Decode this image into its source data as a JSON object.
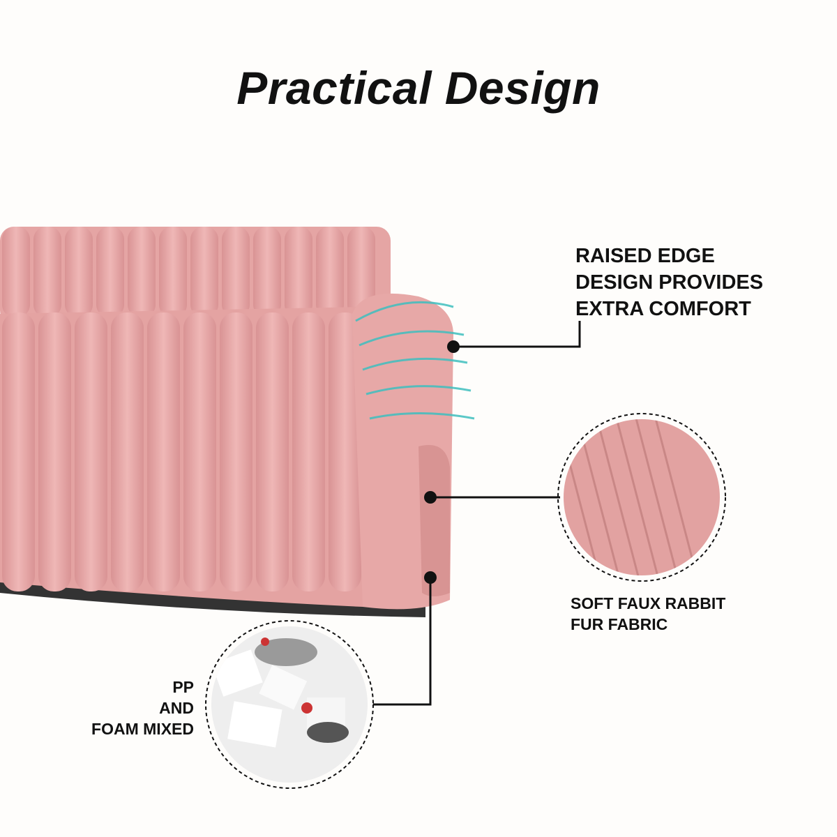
{
  "title": "Practical Design",
  "callouts": [
    {
      "lines": [
        "RAISED EDGE",
        "DESIGN PROVIDES",
        "EXTRA COMFORT"
      ]
    },
    {
      "lines": [
        "SOFT FAUX RABBIT",
        "FUR FABRIC"
      ]
    },
    {
      "lines": [
        "PP",
        "AND",
        "FOAM MIXED"
      ]
    }
  ],
  "colors": {
    "sofa": "#e8a9a8",
    "accent": "#3fbfbf",
    "text": "#111111"
  }
}
